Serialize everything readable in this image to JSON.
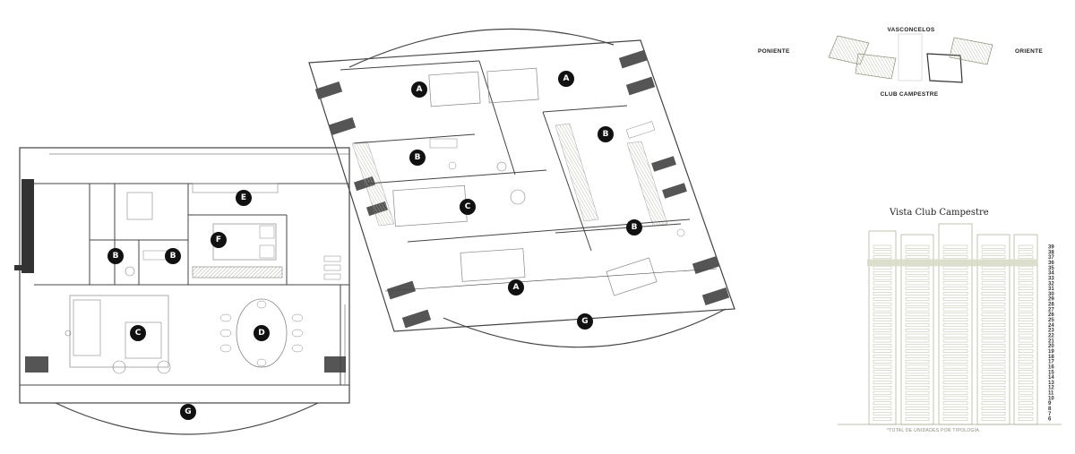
{
  "colors": {
    "wall": "#444444",
    "wall_dark": "#333333",
    "furniture": "#888888",
    "hatch": "#9a9a8a",
    "tower_line": "#a8ad92",
    "tower_highlight": "#d9dcc8",
    "label_bg": "#111111",
    "label_fg": "#ffffff"
  },
  "room_labels": {
    "left_E": "E",
    "left_F": "F",
    "left_B1": "B",
    "left_B2": "B",
    "left_C": "C",
    "left_D": "D",
    "left_G": "G",
    "right_A1": "A",
    "right_A2": "A",
    "right_B1": "B",
    "right_B2": "B",
    "right_B3": "B",
    "right_C": "C",
    "right_A3": "A",
    "right_G": "G"
  },
  "orientation": {
    "north": "VASCONCELOS",
    "west": "PONIENTE",
    "east": "ORIENTE",
    "south": "CLUB CAMPESTRE"
  },
  "tower": {
    "title": "Vista Club Campestre",
    "floors": [
      "39",
      "38",
      "37",
      "36",
      "35",
      "34",
      "33",
      "32",
      "31",
      "30",
      "29",
      "28",
      "27",
      "26",
      "25",
      "24",
      "23",
      "22",
      "21",
      "20",
      "19",
      "18",
      "17",
      "16",
      "15",
      "14",
      "13",
      "12",
      "11",
      "10",
      "9",
      "8",
      "7",
      "6"
    ],
    "highlight_floor": "36",
    "note": "*TOTAL DE UNIDADES POR TIPOLOGÍA"
  }
}
